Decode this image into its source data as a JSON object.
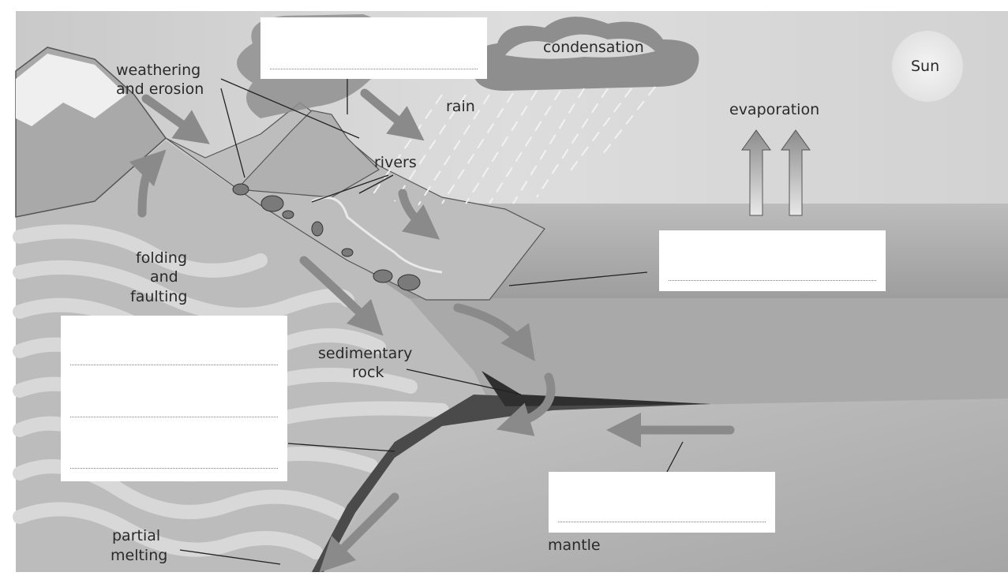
{
  "labels": {
    "condensation": "condensation",
    "sun": "Sun",
    "weathering_line1": "weathering",
    "weathering_line2": "and erosion",
    "rain": "rain",
    "evaporation": "evaporation",
    "rivers": "rivers",
    "folding_line1": "folding",
    "folding_line2": "and",
    "folding_line3": "faulting",
    "sedimentary_line1": "sedimentary",
    "sedimentary_line2": "rock",
    "partial_line1": "partial",
    "partial_line2": "melting",
    "mantle": "mantle"
  },
  "colors": {
    "sky": "#d6d6d6",
    "sea": "#b4b4b4",
    "land": "#cdcdcd",
    "stripe_dark": "#9c9c9c",
    "stripe_light": "#d9d9d9",
    "arrow": "#8a8a8a",
    "sediment": "#3c3c3c",
    "answer_box": "#ffffff"
  }
}
